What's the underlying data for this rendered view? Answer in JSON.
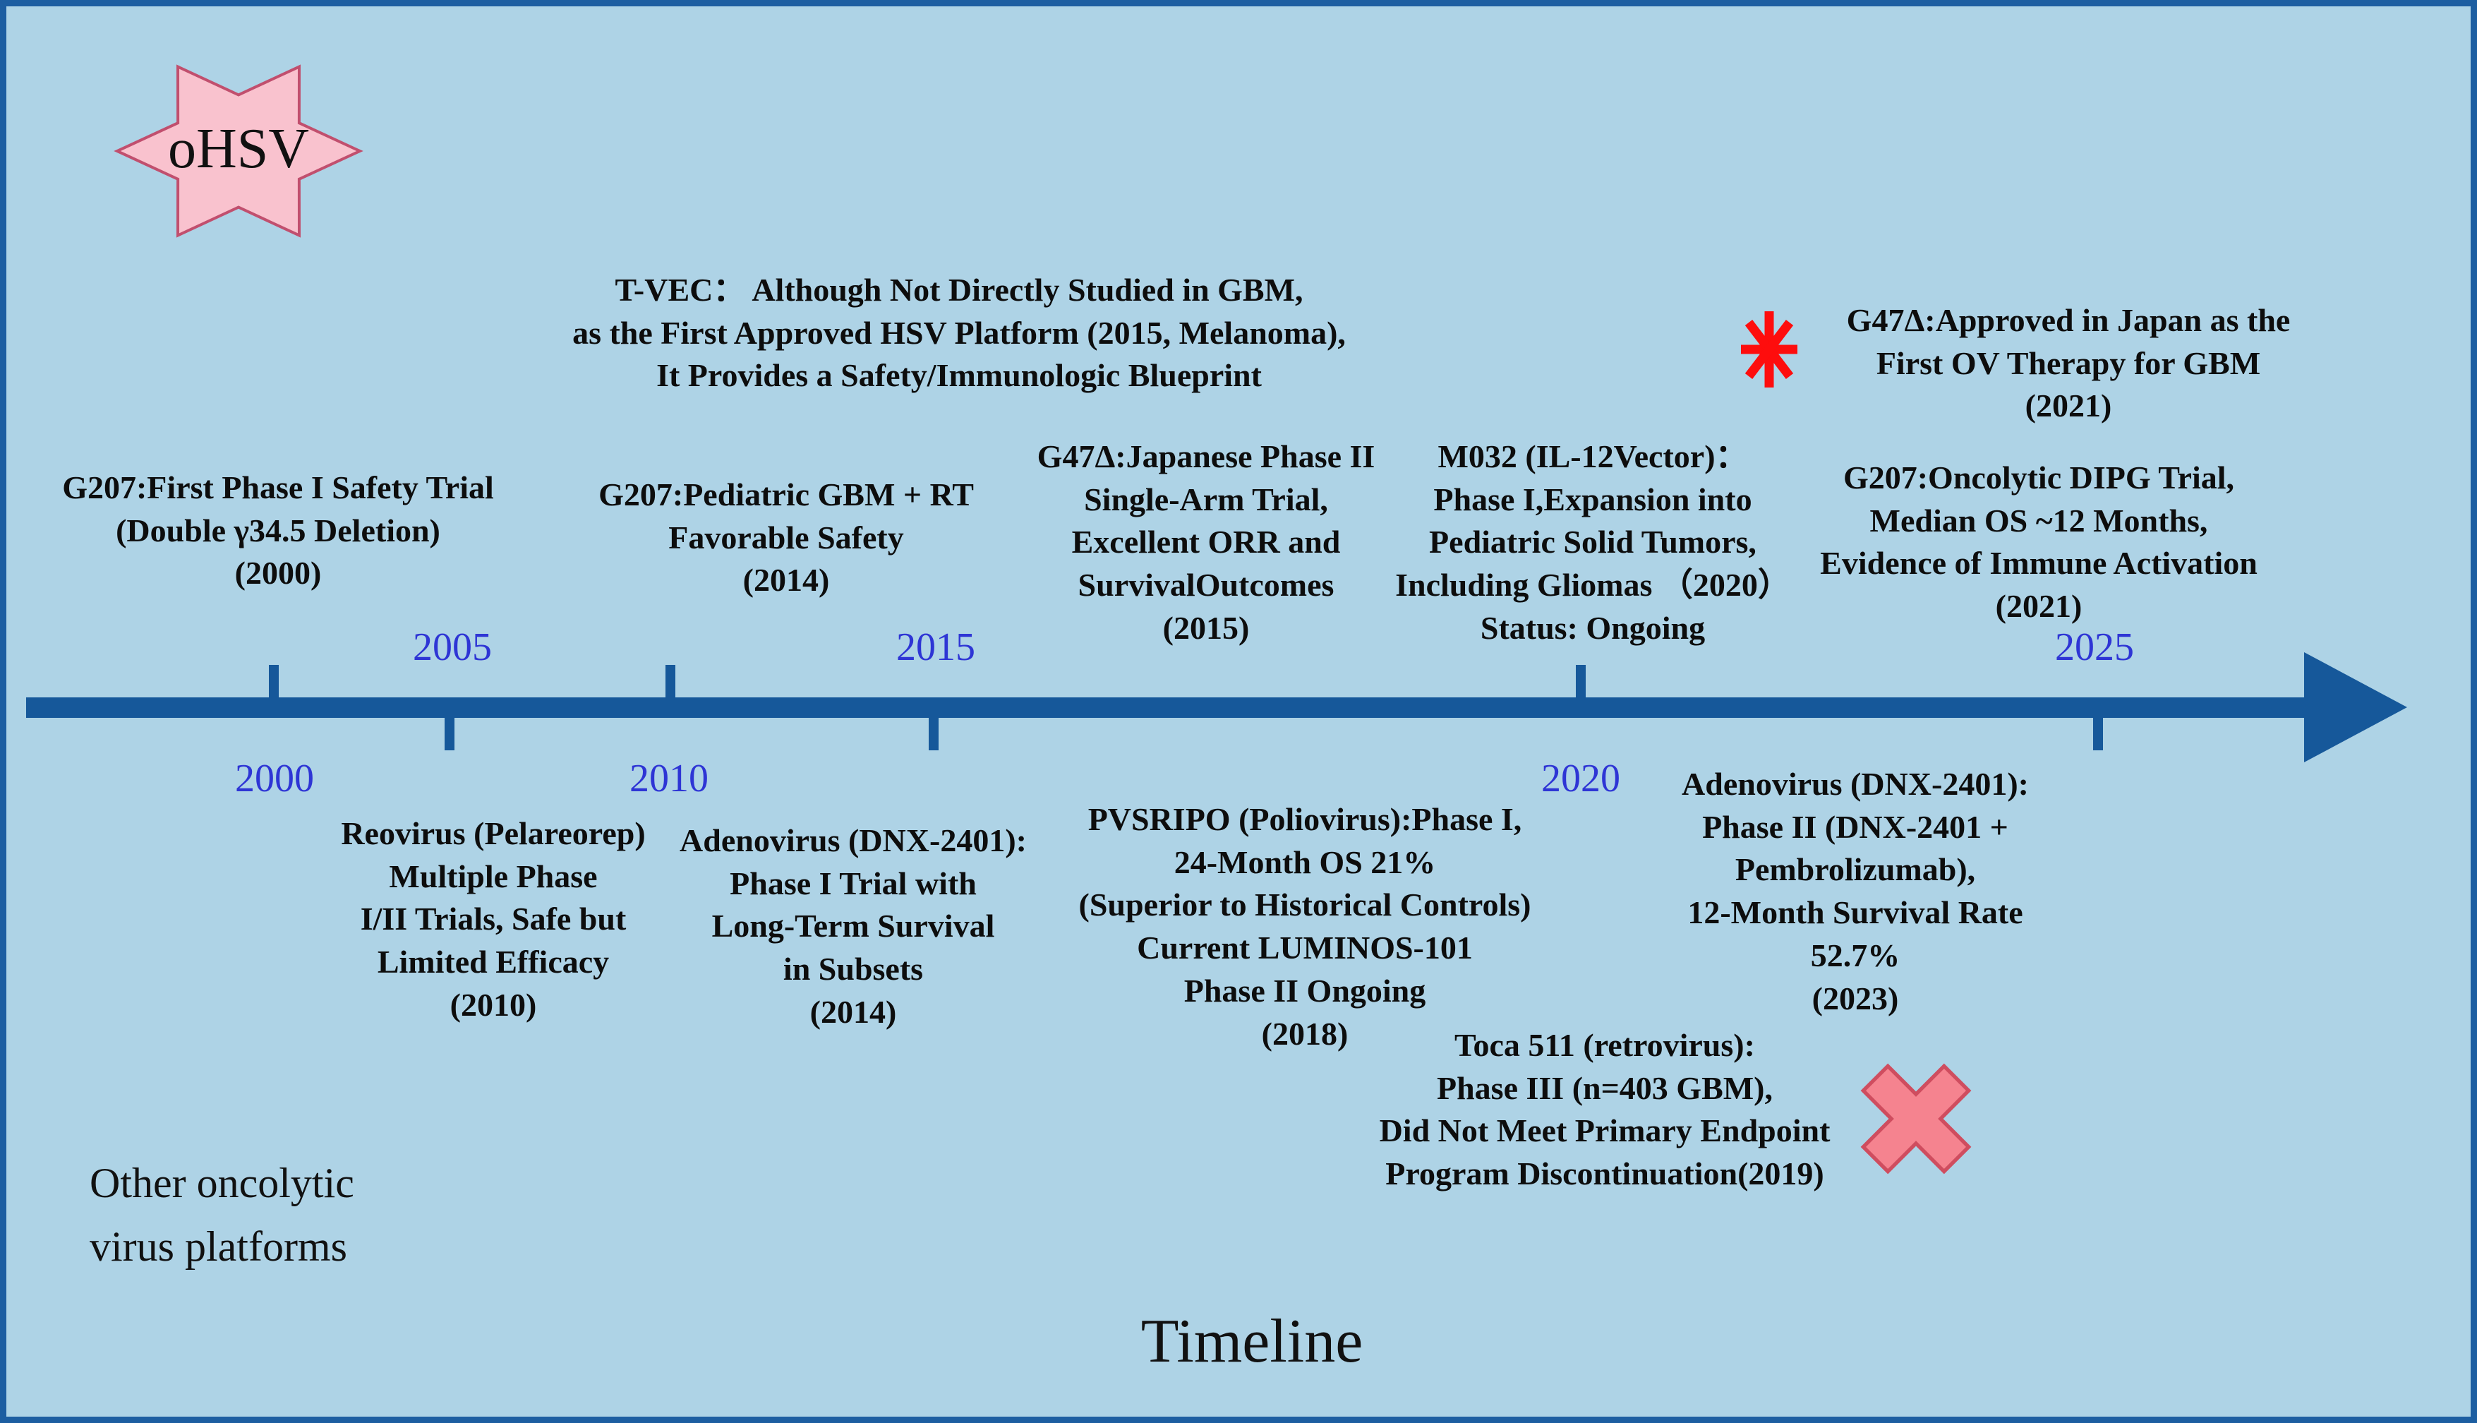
{
  "title": "Timeline",
  "legend": {
    "ohsv": "oHSV",
    "other_platforms": "Other oncolytic\nvirus platforms"
  },
  "colors": {
    "background": "#aed3e6",
    "frame_border": "#1d5ea1",
    "timeline_bar": "#16589a",
    "year_label": "#2e35d5",
    "star_fill": "#f9c2ce",
    "star_stroke": "#c14f6e",
    "asterisk_red": "#fe0d0d",
    "x_fill": "#f5838f",
    "x_stroke": "#cf4d5f",
    "text": "#0d0d0d"
  },
  "timeline": {
    "years": [
      {
        "label": "2000",
        "side": "below"
      },
      {
        "label": "2005",
        "side": "above"
      },
      {
        "label": "2010",
        "side": "below"
      },
      {
        "label": "2015",
        "side": "above"
      },
      {
        "label": "2020",
        "side": "below"
      },
      {
        "label": "2025",
        "side": "above"
      }
    ]
  },
  "events_above": [
    {
      "id": "tvec",
      "text": "T-VEC：  Although Not Directly Studied in GBM,\nas the First Approved HSV Platform (2015, Melanoma),\nIt Provides a Safety/Immunologic Blueprint"
    },
    {
      "id": "g207-first",
      "text": "G207:First Phase I Safety Trial\n(Double γ34.5 Deletion)\n(2000)"
    },
    {
      "id": "g207-pediatric",
      "text": "G207:Pediatric GBM + RT\nFavorable Safety\n(2014)"
    },
    {
      "id": "g47d-japanese",
      "text": "G47Δ:Japanese Phase II\nSingle-Arm Trial,\nExcellent ORR and\nSurvivalOutcomes\n(2015)"
    },
    {
      "id": "m032",
      "text": "M032 (IL-12Vector)：\nPhase I,Expansion into\nPediatric Solid Tumors,\nIncluding Gliomas （2020）\nStatus: Ongoing"
    },
    {
      "id": "g47d-approved",
      "marker": "red-asterisk",
      "text": "G47Δ:Approved in Japan as the\nFirst OV Therapy for GBM\n(2021)"
    },
    {
      "id": "g207-dipg",
      "text": "G207:Oncolytic DIPG Trial,\nMedian OS ~12 Months,\nEvidence of Immune Activation\n(2021)"
    }
  ],
  "events_below": [
    {
      "id": "reovirus",
      "text": "Reovirus (Pelareorep)\nMultiple Phase\nI/II Trials, Safe but\nLimited Efficacy\n(2010)"
    },
    {
      "id": "adenovirus-phase1",
      "text": "Adenovirus (DNX-2401):\nPhase I Trial with\nLong-Term Survival\nin Subsets\n(2014)"
    },
    {
      "id": "pvsripo",
      "text": "PVSRIPO (Poliovirus):Phase I,\n24-Month OS 21%\n(Superior to Historical Controls)\nCurrent LUMINOS-101\nPhase II Ongoing\n(2018)"
    },
    {
      "id": "adenovirus-phase2",
      "text": "Adenovirus (DNX-2401):\nPhase II (DNX-2401 +\nPembrolizumab),\n12-Month Survival Rate\n52.7%\n(2023)"
    },
    {
      "id": "toca511",
      "marker": "pink-x",
      "text": "Toca 511 (retrovirus):\nPhase III (n=403 GBM),\nDid Not Meet Primary Endpoint\nProgram Discontinuation(2019)"
    }
  ]
}
